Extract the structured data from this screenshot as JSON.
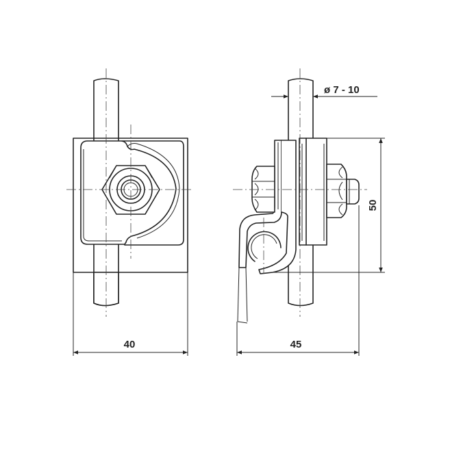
{
  "dimensions": {
    "front_width": "40",
    "side_width": "45",
    "height": "50",
    "diameter": "ø 7 - 10"
  },
  "colors": {
    "line": "#222222",
    "background": "#ffffff"
  }
}
